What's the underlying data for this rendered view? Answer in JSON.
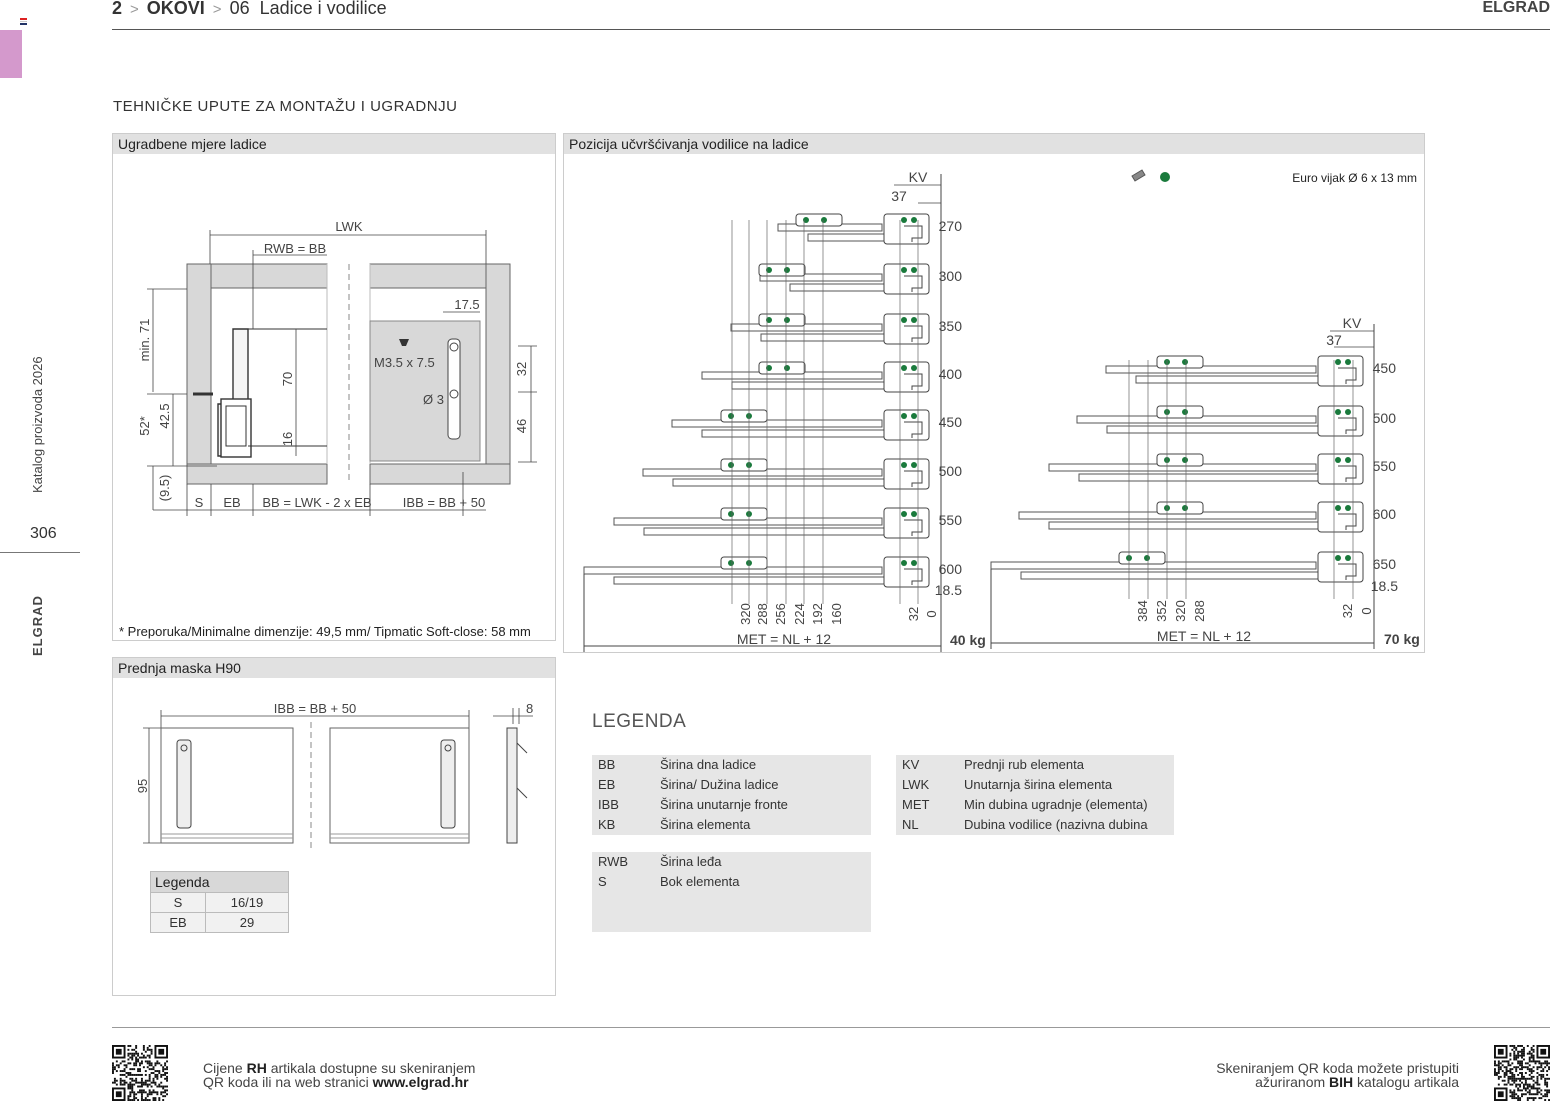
{
  "header": {
    "chapter_num": "2",
    "chapter": "OKOVI",
    "sub_num": "06",
    "sub": "Ladice i vodilice",
    "brand": "ELGRAD"
  },
  "side": {
    "catalog": "Katalog proizvoda 2026",
    "page": "306",
    "brand": "ELGRAD"
  },
  "section_title": "TEHNIČKE UPUTE ZA MONTAŽU I UGRADNJU",
  "panel1": {
    "title": "Ugradbene mjere ladice",
    "labels": {
      "lwk": "LWK",
      "rwb": "RWB = BB",
      "d175": "17.5",
      "screw": "M3.5 x 7.5",
      "dia": "Ø 3",
      "d32": "32",
      "d46": "46",
      "min71": "min. 71",
      "d70": "70",
      "d16": "16",
      "s52": "52*",
      "d425": "42.5",
      "d95": "(9.5)",
      "s": "S",
      "eb": "EB",
      "bb": "BB = LWK - 2 x EB",
      "ibb": "IBB = BB + 50"
    },
    "note": "* Preporuka/Minimalne dimenzije: 49,5 mm/ Tipmatic Soft-close: 58 mm"
  },
  "panel2": {
    "title": "Pozicija učvršćivanja vodilice na ladice",
    "screw_label": "Euro vijak Ø 6 x 13 mm",
    "left": {
      "kv": "KV",
      "d37": "37",
      "lengths": [
        "270",
        "300",
        "350",
        "400",
        "450",
        "500",
        "550",
        "600"
      ],
      "d185": "18.5",
      "bottom": [
        "320",
        "288",
        "256",
        "224",
        "192",
        "160",
        "32",
        "0"
      ],
      "met": "MET = NL + 12",
      "weight": "40 kg"
    },
    "right": {
      "kv": "KV",
      "d37": "37",
      "lengths": [
        "450",
        "500",
        "550",
        "600",
        "650"
      ],
      "d185": "18.5",
      "bottom": [
        "384",
        "352",
        "320",
        "288",
        "32",
        "0"
      ],
      "met": "MET = NL + 12",
      "weight": "70 kg"
    }
  },
  "panel3": {
    "title": "Prednja maska H90",
    "ibb": "IBB = BB + 50",
    "d8": "8",
    "d95": "95",
    "legend_title": "Legenda",
    "legend": [
      {
        "k": "S",
        "v": "16/19"
      },
      {
        "k": "EB",
        "v": "29"
      }
    ]
  },
  "legenda": {
    "title": "LEGENDA",
    "t1": [
      {
        "k": "BB",
        "v": "Širina dna ladice"
      },
      {
        "k": "EB",
        "v": "Širina/ Dužina ladice"
      },
      {
        "k": "IBB",
        "v": "Širina unutarnje fronte"
      },
      {
        "k": "KB",
        "v": "Širina elementa"
      }
    ],
    "t2": [
      {
        "k": "KV",
        "v": "Prednji rub elementa"
      },
      {
        "k": "LWK",
        "v": "Unutarnja širina elementa"
      },
      {
        "k": "MET",
        "v": "Min dubina ugradnje (elementa)"
      },
      {
        "k": "NL",
        "v": "Dubina vodilice (nazivna dubina"
      }
    ],
    "t3": [
      {
        "k": "RWB",
        "v": "Širina leđa"
      },
      {
        "k": "S",
        "v": "Bok elementa"
      }
    ]
  },
  "footer": {
    "left_1a": "Cijene ",
    "left_1b": "RH",
    "left_1c": " artikala dostupne su skeniranjem",
    "left_2a": "QR koda ili na web stranici ",
    "left_2b": "www.elgrad.hr",
    "right_1": "Skeniranjem QR koda možete pristupiti",
    "right_2a": "ažuriranom ",
    "right_2b": "BIH",
    "right_2c": " katalogu artikala"
  },
  "colors": {
    "accent_pink": "#d499cc",
    "dot_green": "#1a7a3c",
    "panel_header": "#e1e1e1"
  }
}
